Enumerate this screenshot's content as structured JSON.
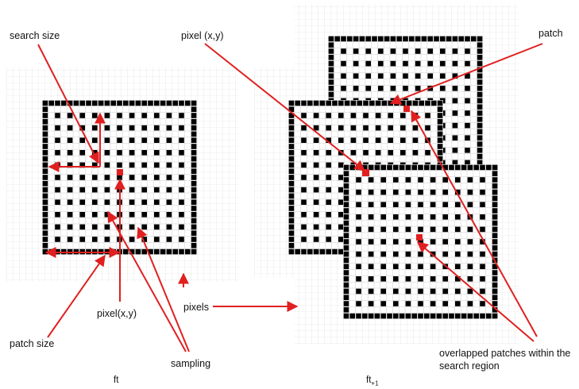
{
  "labels": {
    "search_size": "search size",
    "pixel_left": "pixel(x,y)",
    "pixel_right": "pixel (x,y)",
    "patch": "patch",
    "patch_size": "patch size",
    "pixels": "pixels",
    "sampling": "sampling",
    "overlapped_line1": "overlapped patches within the",
    "overlapped_line2": "search region",
    "frame_t": "ft",
    "frame_t1_base": "ft",
    "frame_t1_sub": "+1"
  },
  "colors": {
    "annotation": "#e02020",
    "patch_border": "#000000",
    "grid": "#d9d9d9"
  }
}
